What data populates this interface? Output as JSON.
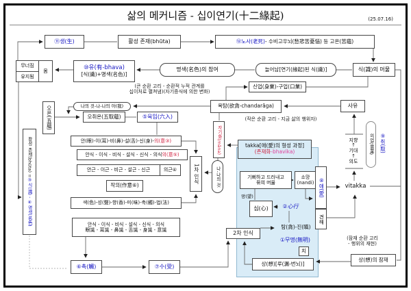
{
  "title": "삶의 메커니즘 - 십이연기(十二緣起)",
  "date": "(25.07.16)",
  "glyphs": {
    "arrow_up": "↑"
  },
  "colors": {
    "link_blue": "#1313c2",
    "mark_red": "#cf1f3e",
    "mark_pink": "#e0409a",
    "panel_blue": "#d9ecf7"
  },
  "nodes": {
    "saeng": "⑪생(生)",
    "bhuta": "활성 존재(bhūta)",
    "nosa_num": "⑫노사(老死)",
    "nosa_rest": " - 수비고우뇌(愁悲苦憂惱) 등 고온(苦蘊)",
    "decay_top": "무너짐",
    "decay_bottom": "유지됨",
    "body": "몸",
    "yu_line1": "⑩유(有-bhava)",
    "yu_line2": "[식(識)+명색(名色)]",
    "big_loop_1": "(큰 순환 고리 - 순환적 누적 관계를",
    "big_loop_2": "십이처로 펼쳐냄)(자기증식에 의한 변화)",
    "myeongsaek": "명색(名色)의 참여",
    "neureonam": "늘어남[연기(緣起)된 식(識)]",
    "sik_stay": "식(識)의 머묾",
    "sineop": "신업(身業)-구업(口業)",
    "yoktam": "욕탐(欲貪-chandarāga)",
    "sayu": "사유",
    "small_loop": "(작은 순환 고리 - 지금 삶의 행위자)",
    "oon": "오온(五蘊)",
    "naui": "나의 것-나-나의 아(我)",
    "ochwion": "오취온(五取蘊)",
    "yugip": "⑤육입(六入)",
    "tall_black": "활성 존재(bhūta) =",
    "tall_blue": " ③식(識) - ④명색(名色)",
    "rowA_black": "안(眼)-이(耳)-비(鼻)-설(舌)-신(身)-",
    "rowA_red": "의(意③)",
    "rowB_black": "안식 - 이식 - 비식 - 설식 - 신식 - 의식 ",
    "rowB_red": "의(意⑤)",
    "rowC": "안근 - 이근 - 비근 - 설근 - 신근",
    "uigun": "의근④",
    "jagui": "작의(作意⑥)",
    "rowD": "색(色)-성(聲)-향(香)-미(味)-촉(觸)-법(法)",
    "rowE_1": "안식 - 이식 - 비식 - 설식 - 신식 - 의식",
    "rowE_2": "眼識 - 耳識 - 鼻識 - 舌識 - 身識 - 意識",
    "ilcha": "1차 인식",
    "jagihwa": "자기화(māna)",
    "nana": "나-나의 것",
    "chok": "⑥촉(觸)",
    "su": "⑦수(受)",
    "takka_title": "takka[애(愛)의 형성 과정]",
    "takka_sub_red": "(존재화",
    "takka_sub_pink": "-bhavika)",
    "gippeo_1": "기뻐하고 드러내고",
    "gippeo_2": "묶여 머묾",
    "somang_1": "소망",
    "somang_2": "(nandi)",
    "mang": "망(望)",
    "sim": "심(心)",
    "simhaeng": "②心行",
    "tamjin": "탐(貪)-진(瞋)",
    "mumyeong": "①무명(無明)",
    "chi": "치",
    "sangru": "상(想)[루(漏-번뇌)]",
    "icha": "2차 인식",
    "ae": "⑧애(愛)",
    "gyeonhae": "견해",
    "vitakka": "vitakka",
    "uieop": "의업(意業)",
    "jihyang": "지향",
    "gidae": "기대",
    "uido": "의도",
    "chwi": "⑨취(取)",
    "latent_1": "(잠재 순환 고리",
    "latent_2": "- 행위의 재현)",
    "sang_jamjae": "상(想)의 잠재"
  }
}
